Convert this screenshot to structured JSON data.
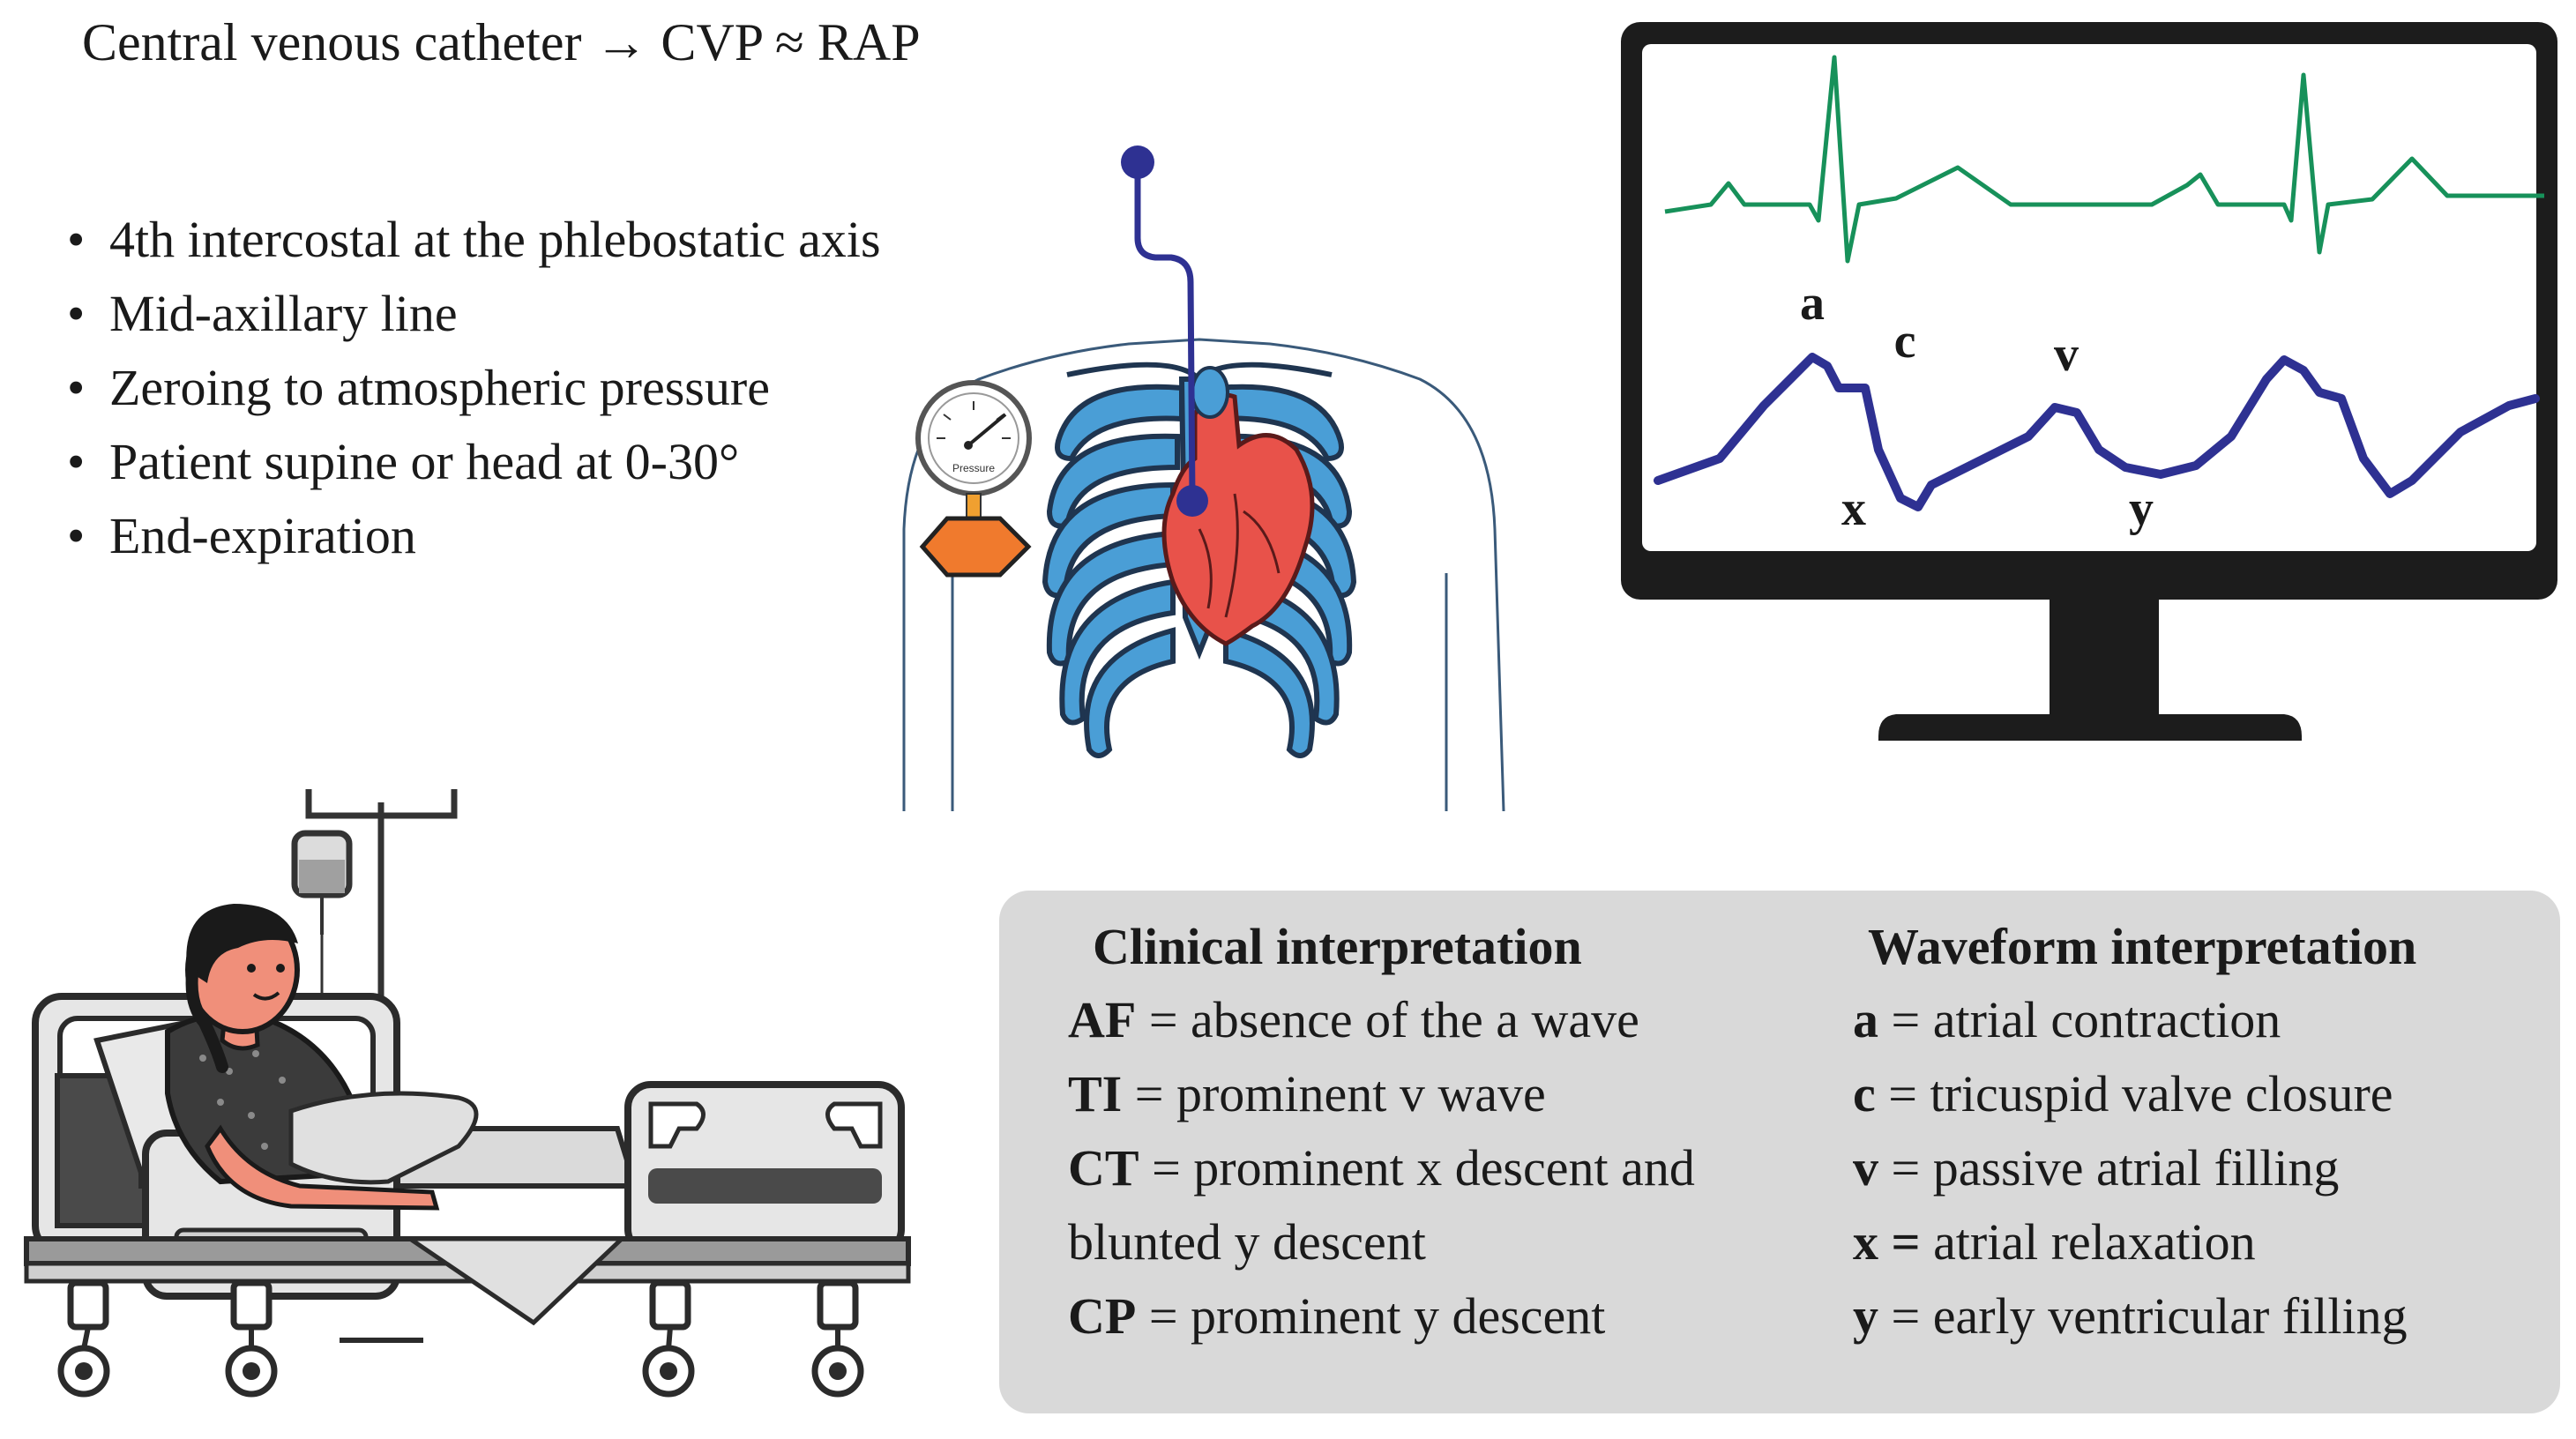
{
  "title": "Central venous catheter → CVP ≈  RAP",
  "bullets": [
    "4th intercostal at the phlebostatic axis",
    "Mid-axillary line",
    "Zeroing to atmospheric pressure",
    "Patient supine or head at 0-30°",
    "End-expiration"
  ],
  "waveform_labels": {
    "a": "a",
    "c": "c",
    "v": "v",
    "x": "x",
    "y": "y"
  },
  "gauge_label": "Pressure",
  "clinical": {
    "heading": "Clinical interpretation",
    "rows": [
      {
        "abbr": "AF",
        "text": " = absence of the a wave"
      },
      {
        "abbr": "TI",
        "text": " = prominent v wave"
      },
      {
        "abbr": "CT",
        "text": " = prominent x descent and"
      },
      {
        "abbr": "",
        "text": "blunted y descent"
      },
      {
        "abbr": "CP",
        "text": " = prominent y descent"
      }
    ]
  },
  "waveform": {
    "heading": "Waveform interpretation",
    "rows": [
      {
        "abbr": "a",
        "text": " = atrial contraction"
      },
      {
        "abbr": "c",
        "text": " = tricuspid valve closure"
      },
      {
        "abbr": "v",
        "text": " = passive atrial filling"
      },
      {
        "abbr": "x =",
        "text": " atrial relaxation"
      },
      {
        "abbr": "y",
        "text": " = early ventricular filling"
      }
    ]
  },
  "colors": {
    "ecg": "#17915a",
    "cvp": "#2e3192",
    "monitor": "#1c1c1c",
    "ribs": "#4a9ed6",
    "heart": "#e8524a",
    "panel": "#d9d9d9",
    "patient_shirt": "#3b3b3b",
    "skin": "#f08f7a",
    "hexagon": "#f07a2d"
  }
}
